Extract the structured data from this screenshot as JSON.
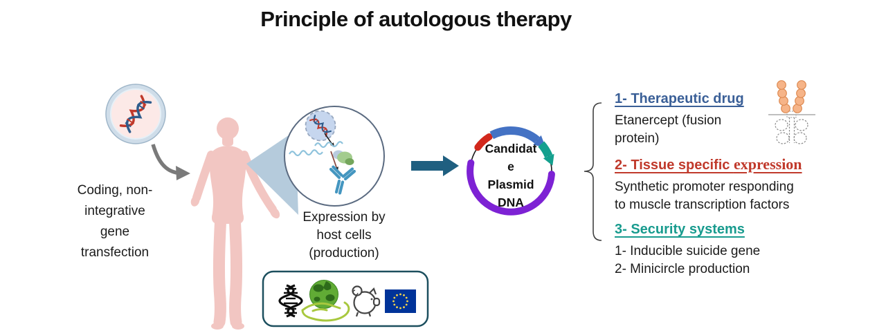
{
  "title": "Principle of autologous therapy",
  "transfection": {
    "caption_lines": [
      "Coding, non-",
      "integrative",
      "gene",
      "transfection"
    ]
  },
  "expression": {
    "caption_lines": [
      "Expression by",
      "host cells",
      "(production)"
    ]
  },
  "plasmid": {
    "label_lines": [
      "Candidat",
      "e",
      "Plasmid",
      "DNA"
    ],
    "segment_colors": {
      "promoter_blue": "#4472c4",
      "gene_teal": "#14a08e",
      "origin_red": "#d2281c",
      "backbone_purple": "#7d22d4"
    }
  },
  "annotations": [
    {
      "heading": "1- Therapeutic drug",
      "heading_color": "#3a5f97",
      "lines": [
        "Etanercept (fusion",
        "protein)"
      ]
    },
    {
      "heading_main": "2- Tissue specific ",
      "heading_serif": "expression",
      "heading_color": "#c0392b",
      "lines": [
        "Synthetic promoter responding",
        "to muscle transcription factors"
      ]
    },
    {
      "heading": "3- Security systems",
      "heading_color": "#189b8e",
      "lines": [
        "1- Inducible suicide gene",
        "2- Minicircle production"
      ]
    }
  ],
  "footer_icons": [
    {
      "name": "dna-icon"
    },
    {
      "name": "globe-hand-icon"
    },
    {
      "name": "piggy-bank-icon"
    },
    {
      "name": "eu-flag-icon"
    }
  ],
  "colors": {
    "body_pink": "#f2c6c2",
    "zoom_triangle": "#b5cbdc",
    "arrow_teal": "#1f5f80",
    "arrow_gray": "#7a7a7a",
    "eu_flag_blue": "#003399",
    "eu_star_yellow": "#f7d64a",
    "box_border": "#1c4f5e",
    "capsule_ring": "#cfdde9",
    "capsule_fill": "#fce9e7",
    "nucleus_fill": "#c6d6ee"
  }
}
